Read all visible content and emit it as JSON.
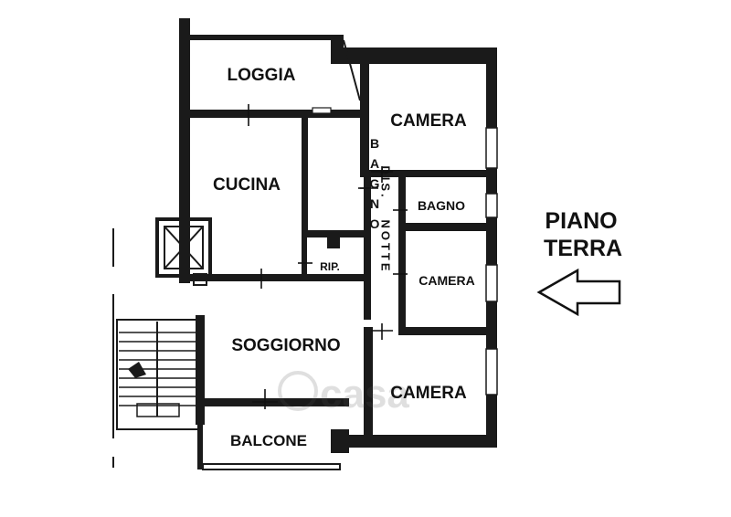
{
  "rooms": {
    "loggia": "LOGGIA",
    "camera_top": "CAMERA",
    "bagno_vertical": "BAGNO",
    "cucina": "CUCINA",
    "dis": "DIS.",
    "bagno_small": "BAGNO",
    "camera_mid": "CAMERA",
    "rip": "RIP.",
    "notte": "NOTTE",
    "soggiorno": "SOGGIORNO",
    "camera_bottom": "CAMERA",
    "balcone": "BALCONE"
  },
  "floor_label": {
    "line1": "PIANO",
    "line2": "TERRA"
  },
  "watermark": "casa",
  "icons": [
    "arrow-left-icon",
    "elevator-icon",
    "stairs-icon"
  ],
  "colors": {
    "walls": "#1a1a1a",
    "background": "#ffffff"
  }
}
